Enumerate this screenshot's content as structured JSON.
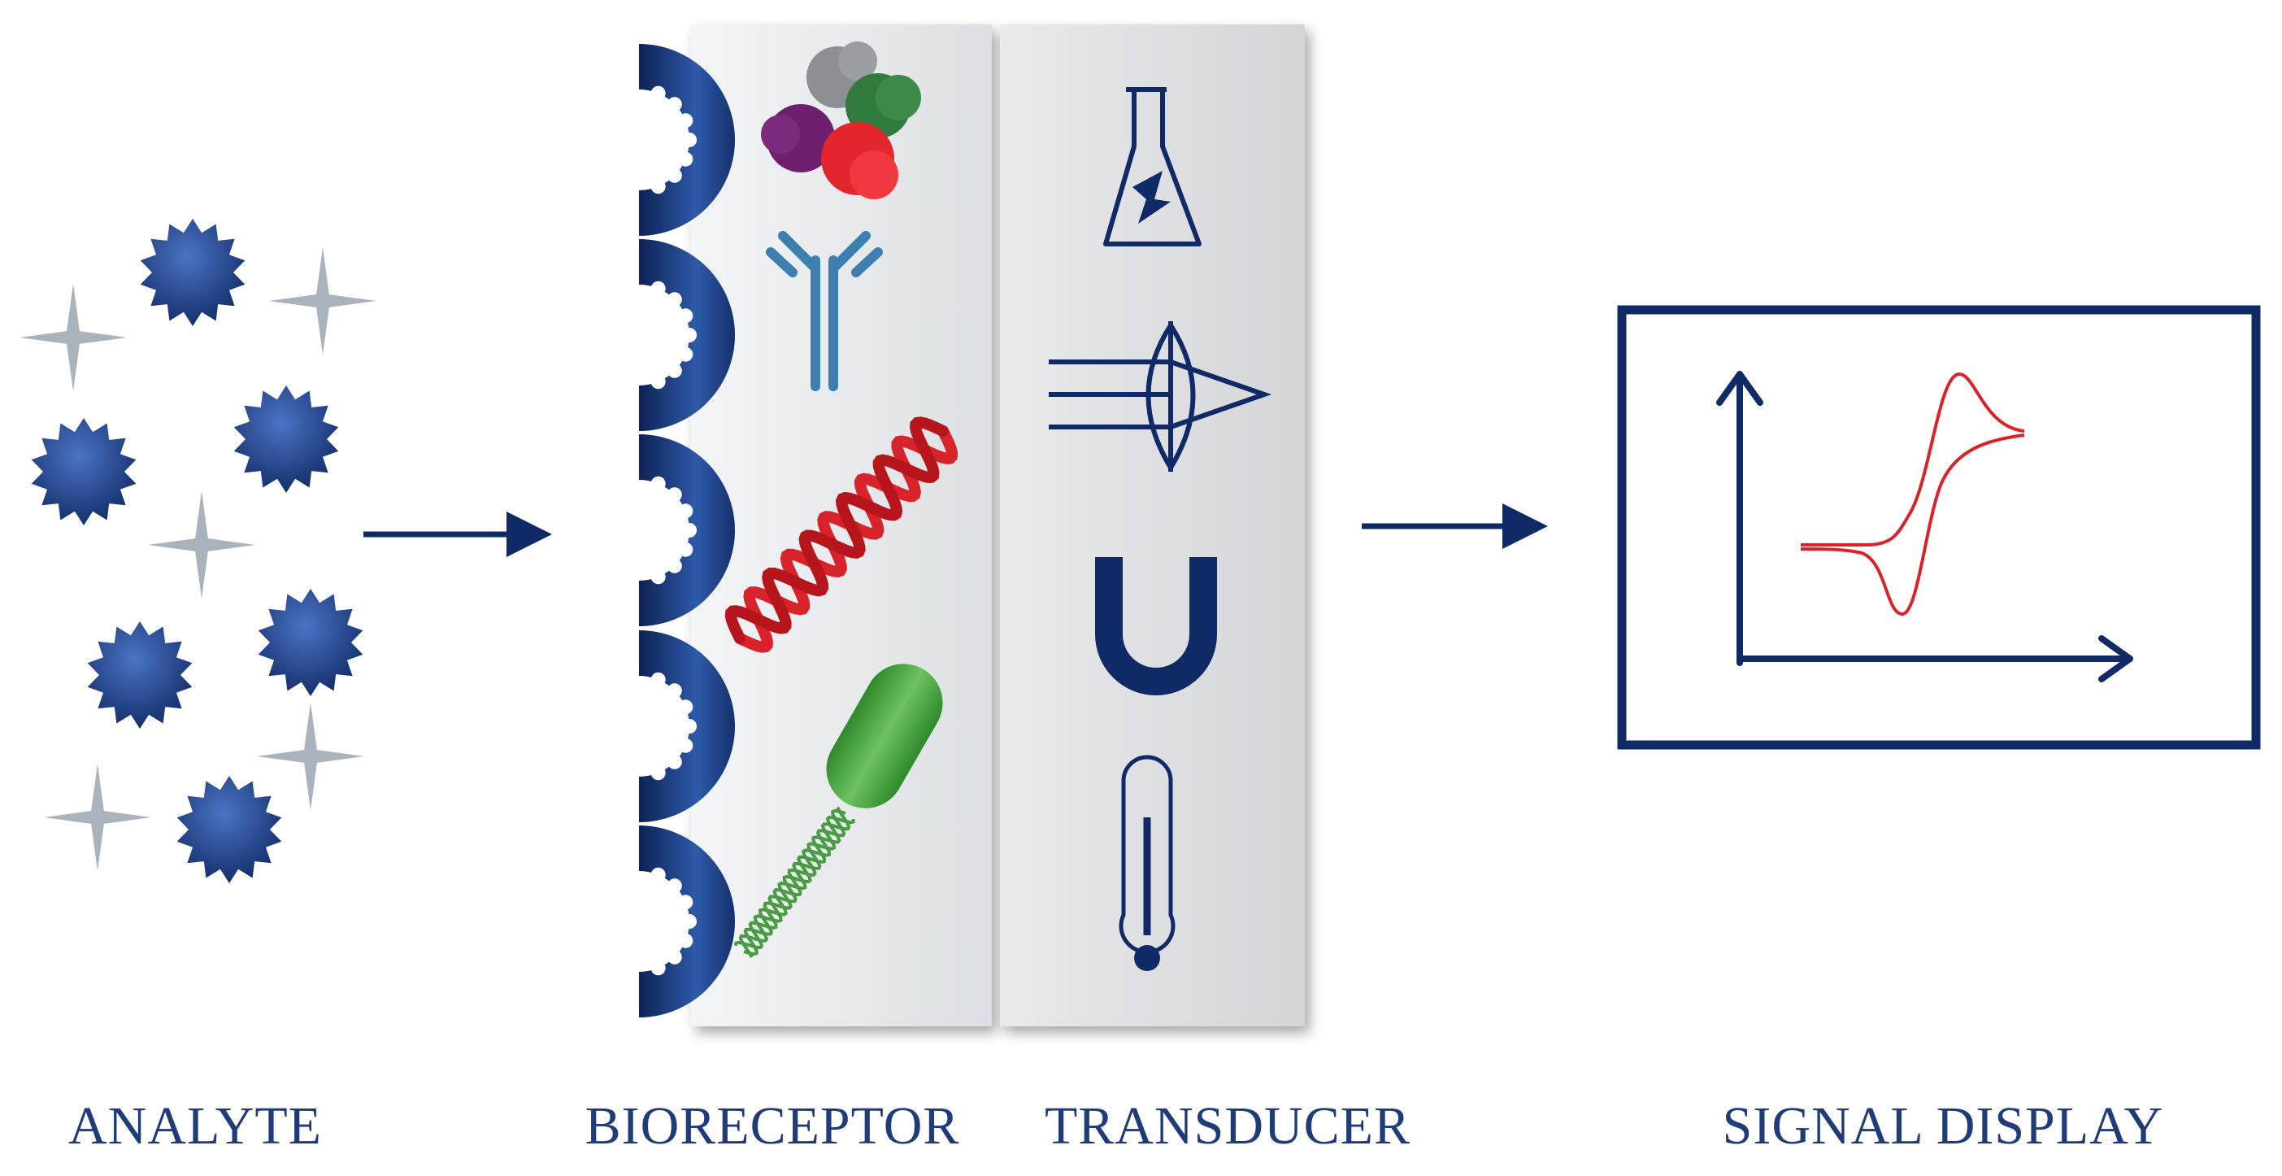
{
  "labels": {
    "analyte": "ANALYTE",
    "bioreceptor": "BIORECEPTOR",
    "transducer": "TRANSDUCER",
    "signal_display": "SIGNAL DISPLAY"
  },
  "colors": {
    "navy": "#0f2a66",
    "navy_light": "#3a64b8",
    "grey_star": "#a9b3bd",
    "red": "#d9232a",
    "green": "#3f9c3a",
    "panel_light": "#eef0f3",
    "panel_dark": "#d8dadd"
  },
  "icons": {
    "bioreceptor": [
      "enzyme-icon",
      "antibody-icon",
      "dna-icon",
      "bacterium-icon"
    ],
    "transducer": [
      "electrochemical-flask-icon",
      "optical-lens-icon",
      "magnet-icon",
      "thermometer-icon"
    ],
    "display": [
      "cyclic-voltammogram-icon"
    ]
  }
}
